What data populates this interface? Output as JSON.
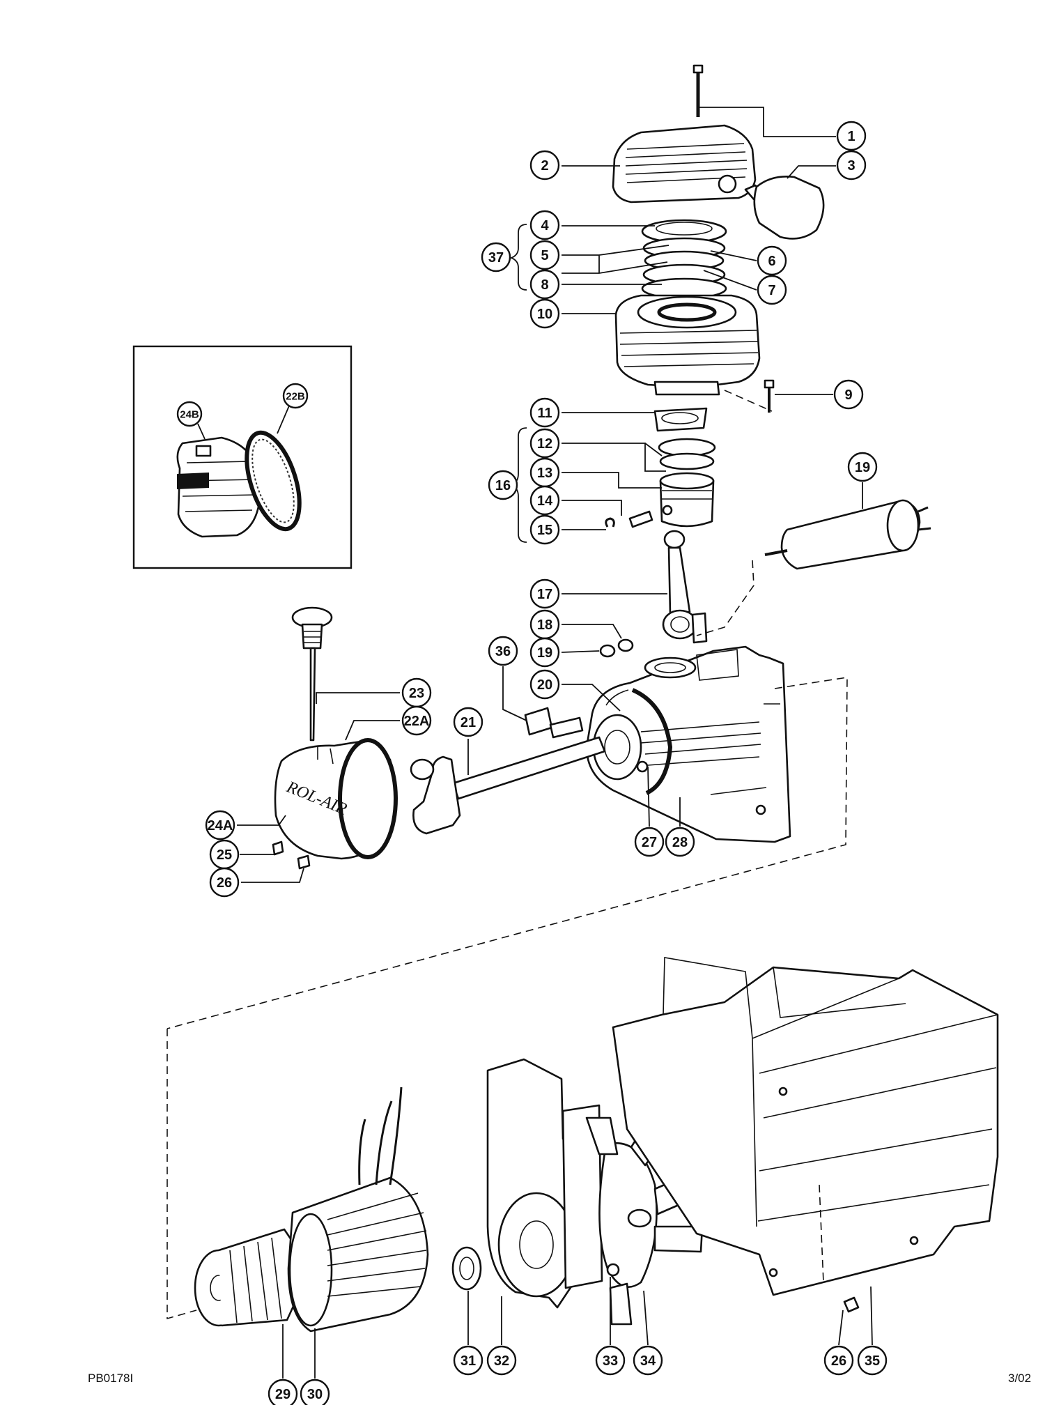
{
  "footer": {
    "document_code": "PB0178I",
    "revision": "3/02"
  },
  "callouts": [
    {
      "label": "1"
    },
    {
      "label": "2"
    },
    {
      "label": "3"
    },
    {
      "label": "4"
    },
    {
      "label": "5"
    },
    {
      "label": "6"
    },
    {
      "label": "37"
    },
    {
      "label": "8"
    },
    {
      "label": "7"
    },
    {
      "label": "10"
    },
    {
      "label": "9"
    },
    {
      "label": "11"
    },
    {
      "label": "12"
    },
    {
      "label": "16"
    },
    {
      "label": "13"
    },
    {
      "label": "14"
    },
    {
      "label": "15"
    },
    {
      "label": "19"
    },
    {
      "label": "17"
    },
    {
      "label": "18"
    },
    {
      "label": "19"
    },
    {
      "label": "36"
    },
    {
      "label": "20"
    },
    {
      "label": "23"
    },
    {
      "label": "22A"
    },
    {
      "label": "21"
    },
    {
      "label": "24A"
    },
    {
      "label": "27"
    },
    {
      "label": "28"
    },
    {
      "label": "25"
    },
    {
      "label": "26"
    },
    {
      "label": "24B"
    },
    {
      "label": "22B"
    },
    {
      "label": "31"
    },
    {
      "label": "32"
    },
    {
      "label": "33"
    },
    {
      "label": "34"
    },
    {
      "label": "26"
    },
    {
      "label": "35"
    },
    {
      "label": "29"
    },
    {
      "label": "30"
    }
  ],
  "cover_lettering": "ROL-AIR"
}
